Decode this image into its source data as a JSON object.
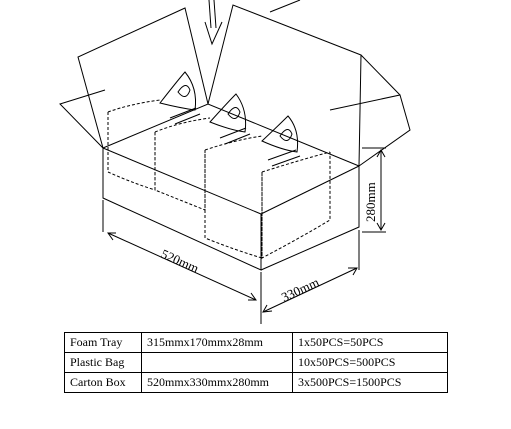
{
  "dimensions": {
    "length": "520mm",
    "width": "330mm",
    "height": "280mm"
  },
  "table": {
    "rows": [
      {
        "item": "Foam Tray",
        "size": "315mmx170mmx28mm",
        "quantity": "1x50PCS=50PCS"
      },
      {
        "item": "Plastic Bag",
        "size": "",
        "quantity": "10x50PCS=500PCS"
      },
      {
        "item": "Carton Box",
        "size": "520mmx330mmx280mm",
        "quantity": "3x500PCS=1500PCS"
      }
    ]
  }
}
